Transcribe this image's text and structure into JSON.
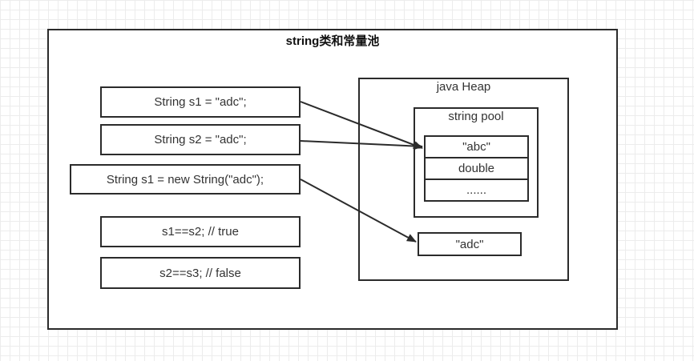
{
  "diagram": {
    "title": "string类和常量池",
    "statements": [
      "String s1 = \"adc\";",
      "String s2 = \"adc\";",
      "String s1 = new String(\"adc\");",
      "s1==s2; // true",
      "s2==s3; // false"
    ],
    "heap": {
      "title": "java Heap",
      "pool": {
        "title": "string pool",
        "entries": [
          "\"abc\"",
          "double",
          "......"
        ]
      },
      "object_label": "\"adc\""
    }
  }
}
